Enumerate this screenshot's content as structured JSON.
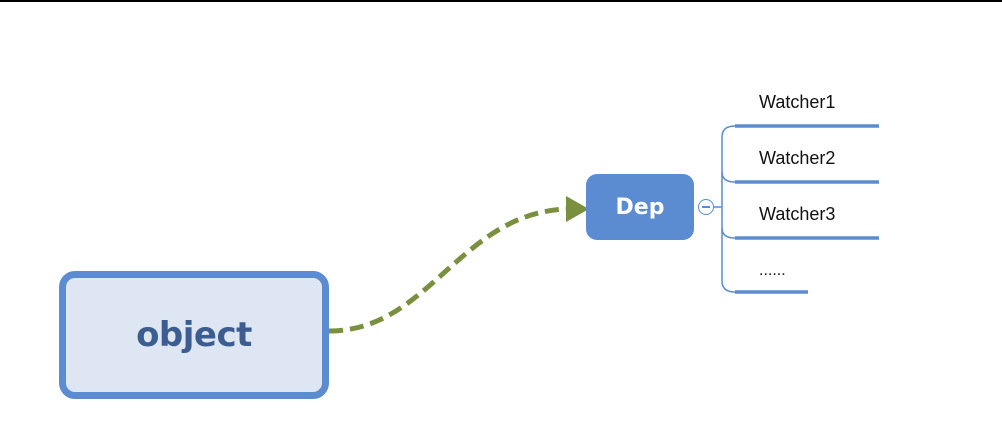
{
  "nodes": {
    "root": {
      "label": "object"
    },
    "dep": {
      "label": "Dep"
    },
    "children": [
      {
        "label": "Watcher1"
      },
      {
        "label": "Watcher2"
      },
      {
        "label": "Watcher3"
      },
      {
        "label": "......"
      }
    ]
  },
  "colors": {
    "node_blue": "#5b8bd0",
    "root_fill": "#dde6f2",
    "root_text": "#3b5d8f",
    "arrow_green": "#7a8f3f"
  },
  "icons": {
    "toggle": "collapse-minus-icon"
  }
}
